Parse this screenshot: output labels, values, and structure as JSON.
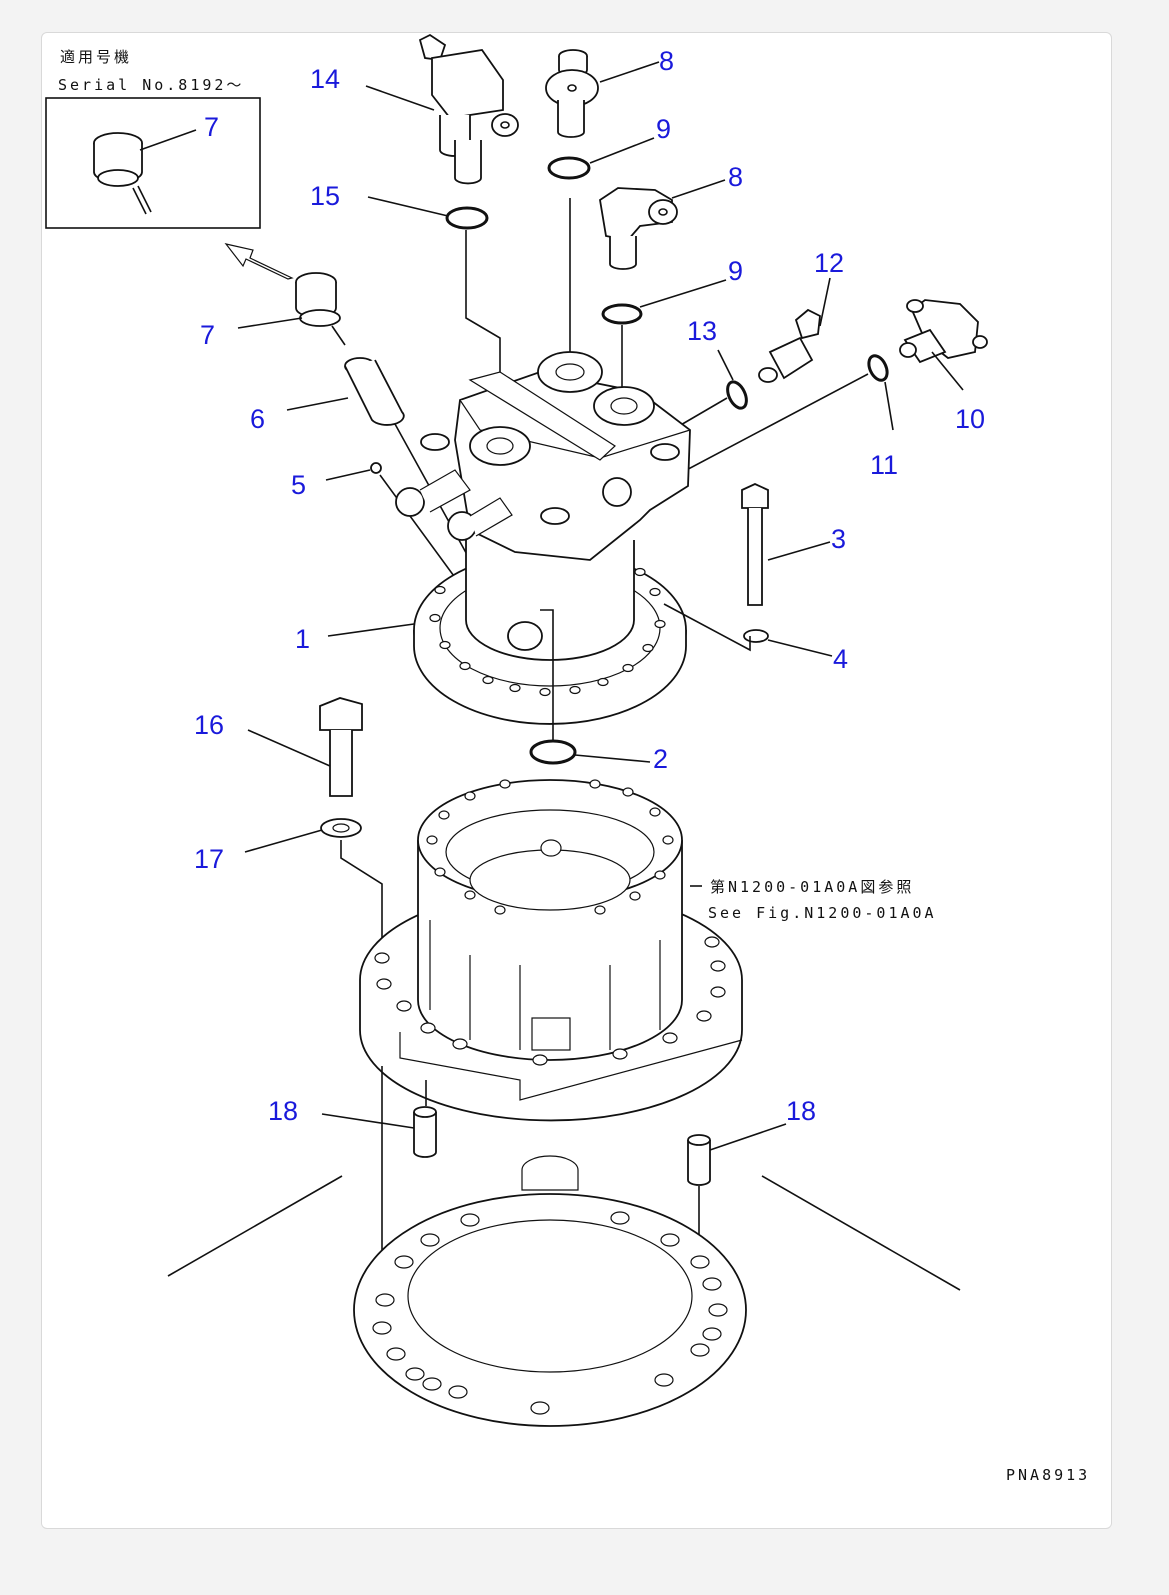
{
  "header": {
    "applicable_jp": "適用号機",
    "serial": "Serial No.8192〜"
  },
  "reference": {
    "jp": "第N1200-01A0A図参照",
    "en": "See Fig.N1200-01A0A"
  },
  "drawing_code": "PNA8913",
  "callouts": [
    {
      "id": "callout-7-inset",
      "label": "7"
    },
    {
      "id": "callout-14",
      "label": "14"
    },
    {
      "id": "callout-8-top",
      "label": "8"
    },
    {
      "id": "callout-9-top",
      "label": "9"
    },
    {
      "id": "callout-8-mid",
      "label": "8"
    },
    {
      "id": "callout-15",
      "label": "15"
    },
    {
      "id": "callout-9-mid",
      "label": "9"
    },
    {
      "id": "callout-12",
      "label": "12"
    },
    {
      "id": "callout-13",
      "label": "13"
    },
    {
      "id": "callout-7",
      "label": "7"
    },
    {
      "id": "callout-10",
      "label": "10"
    },
    {
      "id": "callout-6",
      "label": "6"
    },
    {
      "id": "callout-11",
      "label": "11"
    },
    {
      "id": "callout-5",
      "label": "5"
    },
    {
      "id": "callout-3",
      "label": "3"
    },
    {
      "id": "callout-1",
      "label": "1"
    },
    {
      "id": "callout-4",
      "label": "4"
    },
    {
      "id": "callout-16",
      "label": "16"
    },
    {
      "id": "callout-2",
      "label": "2"
    },
    {
      "id": "callout-17",
      "label": "17"
    },
    {
      "id": "callout-18-left",
      "label": "18"
    },
    {
      "id": "callout-18-right",
      "label": "18"
    }
  ],
  "colors": {
    "callout": "#1a1adb",
    "line": "#111111",
    "frame_border": "#d9d9d9"
  }
}
